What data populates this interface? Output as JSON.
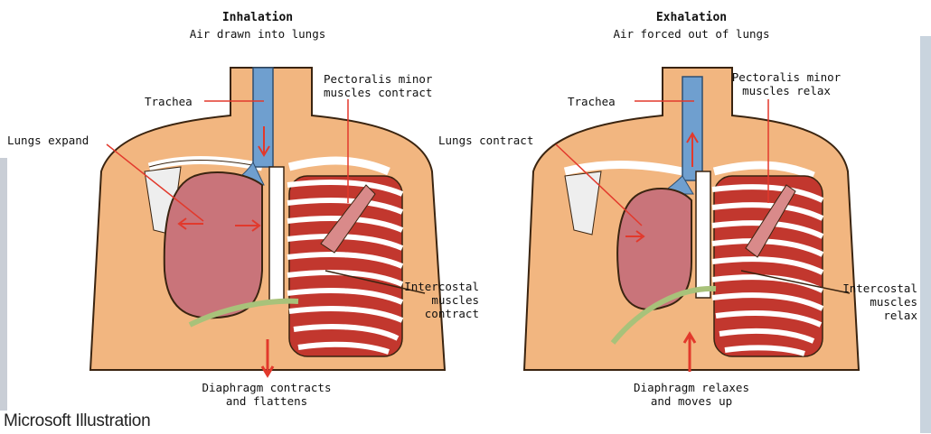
{
  "inhalation": {
    "title": "Inhalation",
    "subtitle": "Air drawn into lungs",
    "trachea": "Trachea",
    "lungs": "Lungs expand",
    "pectoralis": "Pectoralis minor\nmuscles contract",
    "intercostal": "Intercostal\nmuscles\ncontract",
    "diaphragm": "Diaphragm contracts\nand flattens"
  },
  "exhalation": {
    "title": "Exhalation",
    "subtitle": "Air forced out of lungs",
    "trachea": "Trachea",
    "lungs": "Lungs contract",
    "pectoralis": "Pectoralis minor\nmuscles relax",
    "intercostal": "Intercostal\nmuscles\nrelax",
    "diaphragm": "Diaphragm relaxes\nand moves up"
  },
  "credit": "Microsoft Illustration",
  "colors": {
    "skin": "#f2b680",
    "skin_outline": "#3a2410",
    "trachea": "#6f9fcf",
    "lung": "#c9747a",
    "muscle": "#c2372e",
    "rib": "#ffffff",
    "diaphragm": "#a8c27a",
    "arrow": "#e2392c"
  }
}
